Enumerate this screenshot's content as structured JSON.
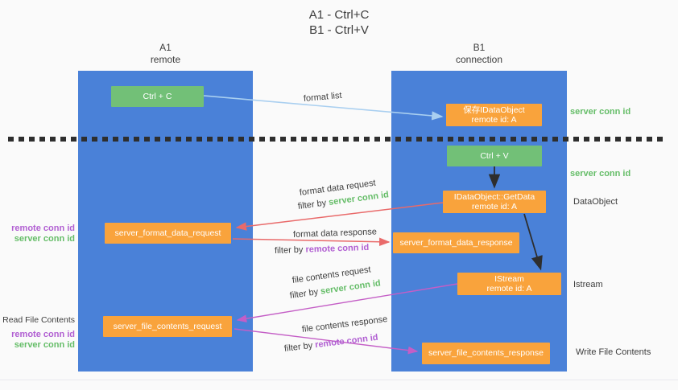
{
  "title": {
    "line1": "A1 - Ctrl+C",
    "line2": "B1 - Ctrl+V"
  },
  "columns": {
    "left": {
      "name": "A1",
      "subtitle": "remote"
    },
    "right": {
      "name": "B1",
      "subtitle": "connection"
    }
  },
  "boxes": {
    "ctrl_c": {
      "label": "Ctrl + C"
    },
    "ctrl_v": {
      "label": "Ctrl + V"
    },
    "save_dataobject": {
      "line1": "保存IDataObject",
      "line2": "remote id: A"
    },
    "getdata": {
      "line1": "IDataObject::GetData",
      "line2": "remote id: A"
    },
    "istream": {
      "line1": "IStream",
      "line2": "remote id: A"
    },
    "format_request": {
      "label": "server_format_data_request"
    },
    "format_response": {
      "label": "server_format_data_response"
    },
    "file_request": {
      "label": "server_file_contents_request"
    },
    "file_response": {
      "label": "server_file_contents_response"
    }
  },
  "arrow_labels": {
    "format_list": "format list",
    "format_data_request": "format data request",
    "format_data_response": "format data response",
    "file_contents_request": "file contents request",
    "file_contents_response": "file contents response",
    "filter_by": "filter by ",
    "server_conn_id": "server conn id",
    "remote_conn_id": "remote conn id"
  },
  "side_labels": {
    "server_conn_id_top": "server conn id",
    "server_conn_id_mid": "server conn id",
    "dataobject": "DataObject",
    "istream": "Istream",
    "write_file_contents": "Write File Contents",
    "read_file_contents": "Read File Contents",
    "remote_conn_id": "remote conn id",
    "server_conn_id": "server conn id"
  },
  "colors": {
    "lifeline_blue": "#4a81d8",
    "box_green": "#72c077",
    "box_orange": "#f9a33c",
    "arrow_light_blue": "#a9cff0",
    "arrow_red": "#e96a6a",
    "arrow_magenta": "#c45ec6",
    "arrow_black": "#2e2e2e",
    "text_green": "#65bd68",
    "text_purple": "#b15fd2",
    "text_dark": "#3d3d3d",
    "background": "#fafafa"
  }
}
